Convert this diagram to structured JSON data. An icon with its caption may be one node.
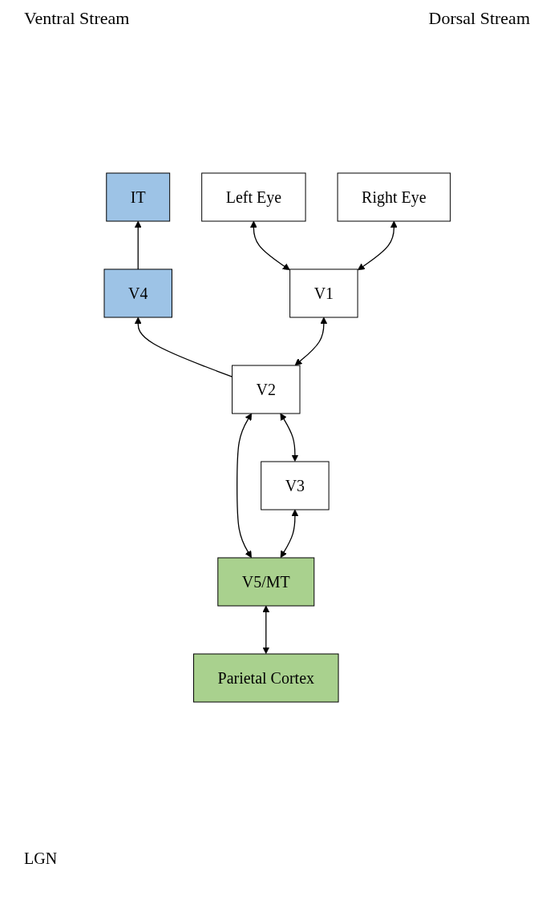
{
  "diagram": {
    "nodes": [
      {
        "text": [
          "IT"
        ]
      },
      {
        "text": [
          "Parietal Cortex"
        ]
      },
      {
        "text": [
          "V4"
        ]
      },
      {
        "text": [
          "V5/MT"
        ]
      },
      {
        "text": [
          "V3"
        ]
      },
      {
        "text": [
          "V2"
        ]
      },
      {
        "text": [
          "V1"
        ]
      },
      {
        "text": [
          "Left Eye"
        ]
      },
      {
        "text": [
          "Right Eye"
        ]
      }
    ],
    "edges": [
      {
        "from": 2,
        "to": 0,
        "arrow": "to"
      },
      {
        "from": 1,
        "to": 3,
        "arrow": "both"
      },
      {
        "from": 5,
        "to": 2,
        "arrow": "to"
      },
      {
        "from": 3,
        "to": 4,
        "arrow": "both"
      },
      {
        "from": 3,
        "to": 5,
        "arrow": "both"
      },
      {
        "from": 4,
        "to": 5,
        "arrow": "both"
      },
      {
        "from": 5,
        "to": 6,
        "arrow": "both"
      },
      {
        "from": 6,
        "to": 7,
        "arrow": "both"
      },
      {
        "from": 6,
        "to": 8,
        "arrow": "both"
      }
    ],
    "labels": [
      "Ventral Stream",
      "Dorsal Stream",
      "LGN"
    ]
  }
}
